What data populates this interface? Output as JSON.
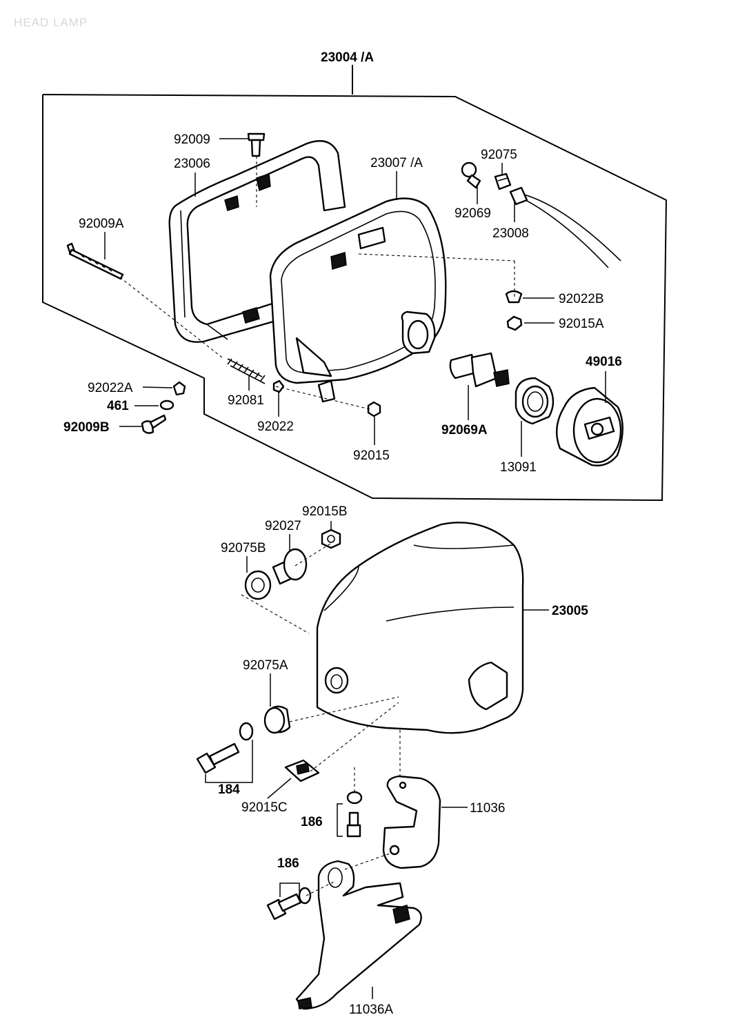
{
  "watermark": "HEAD LAMP",
  "labels": {
    "assembly": "23004 /A",
    "p92009": "92009",
    "p23006": "23006",
    "p92009A": "92009A",
    "p23007A": "23007 /A",
    "p92075": "92075",
    "p92069": "92069",
    "p23008": "23008",
    "p92022B": "92022B",
    "p92015A": "92015A",
    "p49016": "49016",
    "p92022A": "92022A",
    "p461": "461",
    "p92009B": "92009B",
    "p92081": "92081",
    "p92022": "92022",
    "p92015": "92015",
    "p92069A": "92069A",
    "p13091": "13091",
    "p92015B": "92015B",
    "p92027": "92027",
    "p92075B": "92075B",
    "p23005": "23005",
    "p92075A": "92075A",
    "p184": "184",
    "p92015C": "92015C",
    "p11036": "11036",
    "p186a": "186",
    "p186b": "186",
    "p11036A": "11036A"
  }
}
